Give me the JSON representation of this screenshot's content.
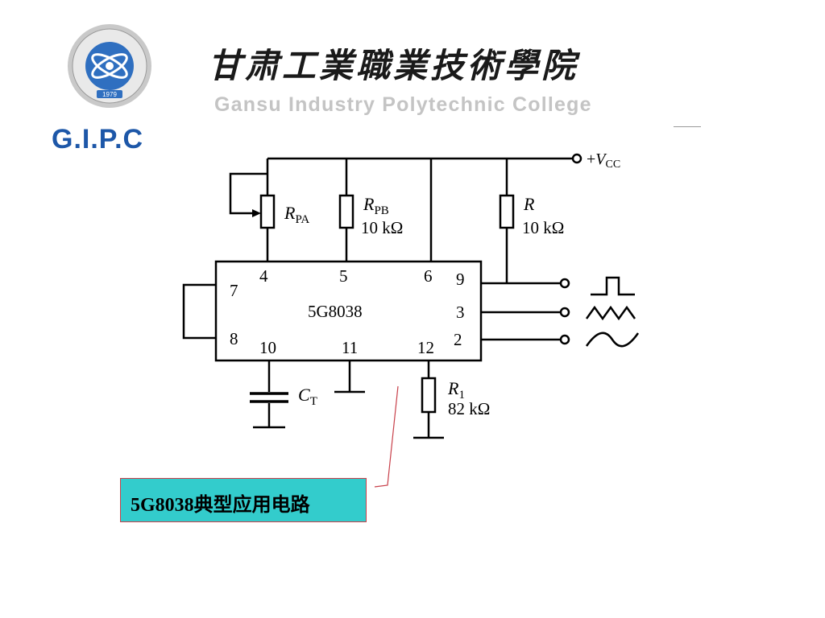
{
  "header": {
    "logo_text": "G.I.P.C",
    "logo_icon": "college-seal-icon",
    "logo_year": "1979",
    "college_name_cn": "甘肃工業職業技術學院",
    "college_name_en": "Gansu Industry Polytechnic College"
  },
  "circuit": {
    "chip_label": "5G8038",
    "supply_label_prefix": "+",
    "supply_label_main": "V",
    "supply_label_sub": "CC",
    "pins": {
      "p4": "4",
      "p5": "5",
      "p6": "6",
      "p7": "7",
      "p8": "8",
      "p9": "9",
      "p3": "3",
      "p2": "2",
      "p10": "10",
      "p11": "11",
      "p12": "12"
    },
    "rpa_main": "R",
    "rpa_sub": "PA",
    "rpb_main": "R",
    "rpb_sub": "PB",
    "rpb_value": "10 kΩ",
    "r_main": "R",
    "r_value": "10 kΩ",
    "ct_main": "C",
    "ct_sub": "T",
    "r1_main": "R",
    "r1_sub": "1",
    "r1_value": "82 kΩ",
    "outputs": [
      "square-wave-icon",
      "triangle-wave-icon",
      "sine-wave-icon"
    ]
  },
  "caption": {
    "text": "5G8038典型应用电路",
    "background": "#33cccc",
    "border": "#c8404a"
  }
}
